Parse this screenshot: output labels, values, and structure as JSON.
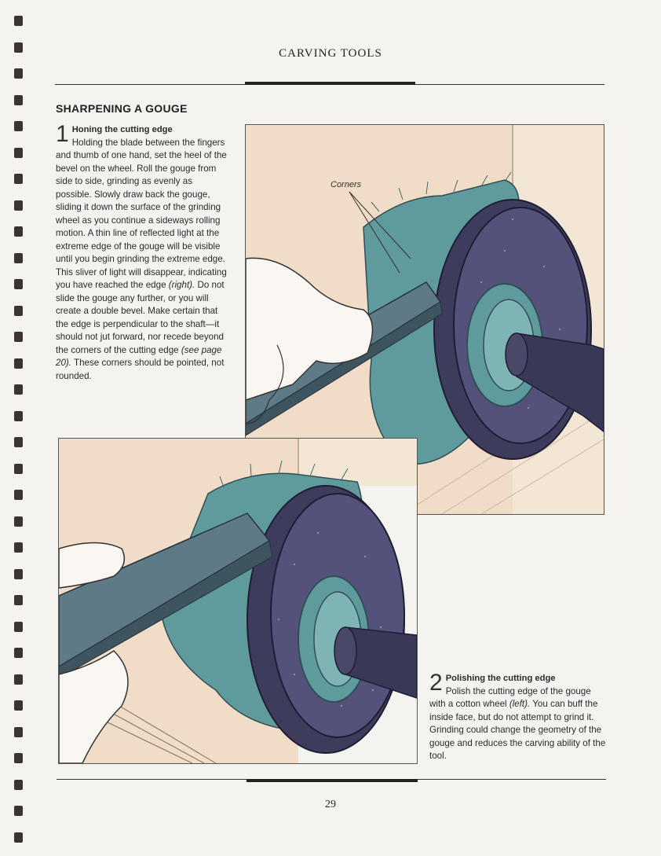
{
  "header": {
    "running_title": "CARVING TOOLS"
  },
  "section": {
    "title": "SHARPENING A GOUGE"
  },
  "step1": {
    "number": "1",
    "heading": "Honing the cutting edge",
    "text_a": "Holding the blade between the fingers and thumb of one hand, set the heel of the bevel on the wheel. Roll the gouge from side to side, grinding as evenly as possible. Slowly draw back the gouge, sliding it down the surface of the grinding wheel as you continue a sideways rolling motion. A thin line of reflected light at the extreme edge of the gouge will be visible until you begin grinding the extreme edge. This sliver of light will disappear, indicating you have reached the edge ",
    "ref_a": "(right).",
    "text_b": " Do not slide the gouge any further, or you will create a double bevel. Make certain that the edge is perpendicular to the shaft—it should not jut forward, nor recede beyond the corners of the cutting edge ",
    "ref_b": "(see page 20).",
    "text_c": " These corners should be pointed, not rounded."
  },
  "figure1": {
    "callout": "Corners"
  },
  "step2": {
    "number": "2",
    "heading": "Polishing the cutting edge",
    "text_a": "Polish the cutting edge of the gouge with a cotton wheel ",
    "ref_a": "(left).",
    "text_b": " You can buff the inside face, but do not attempt to grind it. Grinding could change the geometry of the gouge and reduces the carving ability of the tool."
  },
  "footer": {
    "page_number": "29"
  },
  "colors": {
    "background_wall": "#f0dcc7",
    "wheel": "#4a4868",
    "cotton": "#5f9a9c",
    "steel": "#5e7a86",
    "paper": "#f4f3f0"
  }
}
